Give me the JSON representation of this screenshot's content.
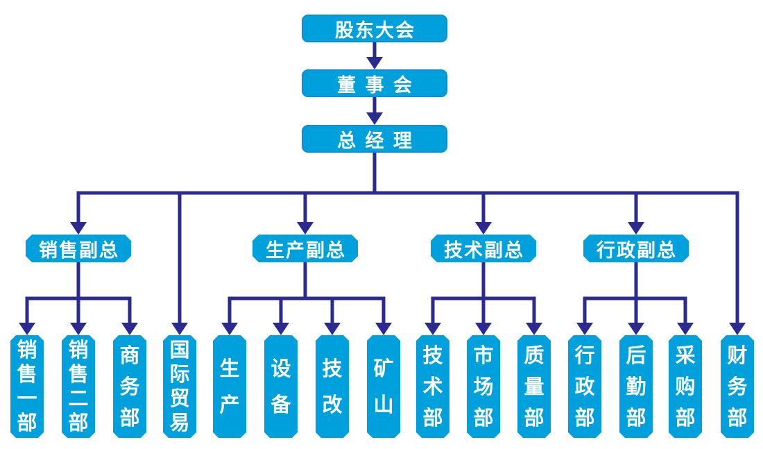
{
  "colors": {
    "box_fill": "#00A0DC",
    "box_border": "#0D8ED2",
    "box_text": "#FFFFFF",
    "connector": "#2A2A90",
    "background": "#FFFFFF"
  },
  "org": {
    "top_chain": [
      {
        "label": "股东大会"
      },
      {
        "label": "董 事 会"
      },
      {
        "label": "总 经 理"
      }
    ],
    "vps": [
      {
        "label": "销售副总",
        "departments": [
          {
            "label": "销售一部"
          },
          {
            "label": "销售二部"
          },
          {
            "label": "商务部"
          }
        ]
      },
      {
        "label": "生产副总",
        "departments": [
          {
            "label": "生产"
          },
          {
            "label": "设备"
          },
          {
            "label": "技改"
          },
          {
            "label": "矿山"
          }
        ]
      },
      {
        "label": "技术副总",
        "departments": [
          {
            "label": "技术部"
          },
          {
            "label": "市场部"
          },
          {
            "label": "质量部"
          }
        ]
      },
      {
        "label": "行政副总",
        "departments": [
          {
            "label": "行政部"
          },
          {
            "label": "后勤部"
          },
          {
            "label": "采购部"
          }
        ]
      }
    ],
    "direct_departments": [
      {
        "label": "国际贸易"
      },
      {
        "label": "财务部"
      }
    ]
  }
}
